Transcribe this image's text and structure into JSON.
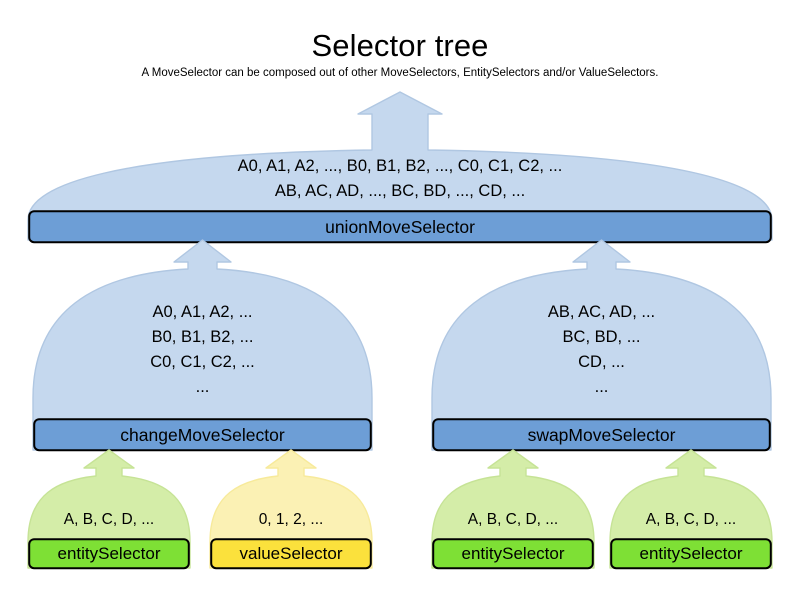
{
  "header": {
    "title": "Selector tree",
    "subtitle": "A MoveSelector can be composed out of other MoveSelectors, EntitySelectors and/or ValueSelectors."
  },
  "colors": {
    "move_dome_fill": "#c5d8ee",
    "move_dome_stroke": "#b0c7e2",
    "move_bar_fill": "#6d9ed6",
    "entity_dome_fill": "#d4eda8",
    "entity_dome_stroke": "#c6e396",
    "entity_bar_fill": "#7ee035",
    "value_dome_fill": "#fbf1b4",
    "value_dome_stroke": "#f7ea9b",
    "value_bar_fill": "#fbe13c",
    "bar_stroke": "#000000",
    "text": "#000000"
  },
  "nodes": {
    "union": {
      "label": "unionMoveSelector",
      "items": "A0, A1, A2, ..., B0, B1, B2, ..., C0, C1, C2, ...\nAB, AC, AD, ..., BC, BD, ..., CD, ...",
      "kind": "moveSelector"
    },
    "change": {
      "label": "changeMoveSelector",
      "items": "A0, A1, A2, ...\nB0, B1, B2, ...\nC0, C1, C2, ...\n...",
      "kind": "moveSelector"
    },
    "swap": {
      "label": "swapMoveSelector",
      "items": "AB, AC, AD, ...\nBC, BD, ...\nCD, ...\n...",
      "kind": "moveSelector"
    },
    "entity1": {
      "label": "entitySelector",
      "items": "A, B, C, D, ...",
      "kind": "entitySelector"
    },
    "value1": {
      "label": "valueSelector",
      "items": "0, 1, 2, ...",
      "kind": "valueSelector"
    },
    "entity2": {
      "label": "entitySelector",
      "items": "A, B, C, D, ...",
      "kind": "entitySelector"
    },
    "entity3": {
      "label": "entitySelector",
      "items": "A, B, C, D, ...",
      "kind": "entitySelector"
    }
  },
  "edges": [
    {
      "from": "union",
      "to": "root",
      "direction": "up"
    },
    {
      "from": "change",
      "to": "union",
      "direction": "up"
    },
    {
      "from": "swap",
      "to": "union",
      "direction": "up"
    },
    {
      "from": "entity1",
      "to": "change",
      "direction": "up"
    },
    {
      "from": "value1",
      "to": "change",
      "direction": "up"
    },
    {
      "from": "entity2",
      "to": "swap",
      "direction": "up"
    },
    {
      "from": "entity3",
      "to": "swap",
      "direction": "up"
    }
  ]
}
